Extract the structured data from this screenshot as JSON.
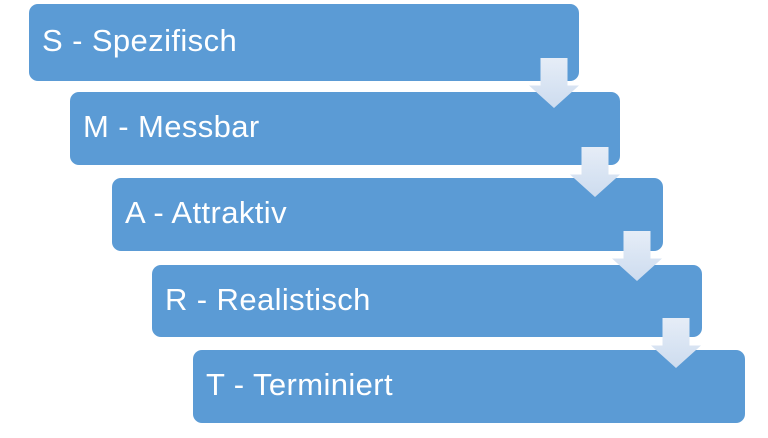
{
  "colors": {
    "background": "#ffffff",
    "box_fill": "#5B9BD5",
    "text": "#ffffff",
    "arrow_light": "#E6EDF7",
    "arrow_dark": "#CDDCEF"
  },
  "diagram": {
    "type": "smart-goals-staircase",
    "items": [
      {
        "letter": "S",
        "label": "S - Spezifisch"
      },
      {
        "letter": "M",
        "label": "M - Messbar"
      },
      {
        "letter": "A",
        "label": "A - Attraktiv"
      },
      {
        "letter": "R",
        "label": "R - Realistisch"
      },
      {
        "letter": "T",
        "label": "T - Terminiert"
      }
    ],
    "connector": "down-arrow"
  }
}
